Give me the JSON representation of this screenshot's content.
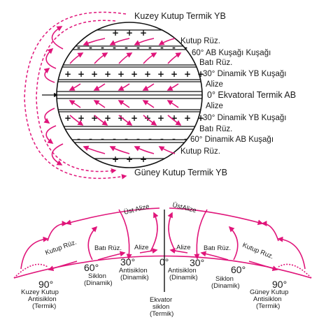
{
  "top": {
    "labels": {
      "north_high": "Kuzey Kutup Termik YB",
      "polar_winds_n": "Kutup Rüz.",
      "belt_60_n": "60° AB Kuşağı Kuşağı",
      "westerlies_n": "Batı Rüz.",
      "belt_30_n": "30° Dinamik YB Kuşağı",
      "trades_n": "Alize",
      "equator": "0° Ekvatoral Termik AB",
      "trades_s": "Alize",
      "belt_30_s": "30° Dinamik YB Kuşağı",
      "westerlies_s": "Batı Rüz.",
      "belt_60_s": "60° Dinamik AB Kuşağı",
      "polar_winds_s": "Kutup Rüz.",
      "south_high": "Güney Kutup Termik YB"
    },
    "symbols": {
      "high": "+",
      "low": "-"
    }
  },
  "bottom": {
    "upper_trades_left": "Üst Alize",
    "upper_trades_right": "ÜstAlize",
    "polar_left": "Kutup Rüz.",
    "westerlies_left": "Batı Rüz.",
    "trades_left": "Alize",
    "trades_right": "Alize",
    "westerlies_right": "Batı Rüz.",
    "polar_right": "Kutup Ruz.",
    "deg_90_left": "90°",
    "deg_60_left": "60°",
    "deg_30_left": "30°",
    "deg_0": "0°",
    "deg_30_right": "30°",
    "deg_60_right": "60°",
    "deg_90_right": "90°",
    "north_pole": [
      "Kuzey Kutup",
      "Antisiklon",
      "(Termik)"
    ],
    "cyclone_60_left": [
      "Siklon",
      "(Dinamik)"
    ],
    "anticyclone_30_left": [
      "Antisiklon",
      "(Dinamik)"
    ],
    "anticyclone_30_right": [
      "Antisiklon",
      "(Dinamik)"
    ],
    "cyclone_60_right": [
      "Siklon",
      "(Dinamik)"
    ],
    "south_pole": [
      "Güney Kutup",
      "Antisiklon",
      "(Termik)"
    ],
    "equator_cyclone": [
      "Ekvator",
      "siklon",
      "(Termik)"
    ]
  },
  "colors": {
    "arrow": "#e0157a",
    "line": "#111111",
    "background": "#ffffff"
  }
}
